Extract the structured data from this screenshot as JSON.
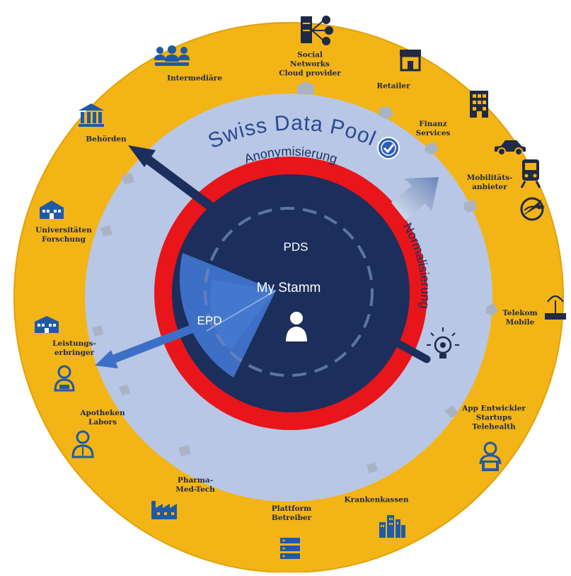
{
  "title": "Swiss Data Pool",
  "ring_labels": {
    "anonym": "Anonymisierung",
    "normal": "Normalisierung"
  },
  "core": {
    "pds": "PDS",
    "my_stamm": "My Stamm",
    "epd": "EPD"
  },
  "stakeholders": {
    "social": "Social\nNetworks\nCloud provider",
    "retailer": "Retailer",
    "finanz": "Finanz\nServices",
    "mobil": "Mobilitäts-\nanbieter",
    "telekom": "Telekom\nMobile",
    "app": "App Entwickler\nStartups\nTelehealth",
    "krankenkassen": "Krankenkassen",
    "plattform": "Plattform\nBetreiber",
    "pharma": "Pharma-\nMed-Tech",
    "apotheken": "Apotheken\nLabors",
    "leistung": "Leistungs-\nerbringer",
    "uni": "Universitäten\nForschung",
    "behoerden": "Behörden",
    "intermediaere": "Intermediäre"
  },
  "colors": {
    "outer_ring": "#f3b416",
    "light_ring": "#b8c7e6",
    "red_ring": "#e8151b",
    "core": "#1c2e5c",
    "epd": "#3d6fc6",
    "label": "#1f2a44",
    "icon": "#1f5aa6"
  },
  "icons": {
    "social": "network-server-icon",
    "retailer": "shop-icon",
    "finanz": "office-building-icon",
    "mobil_car": "car-icon",
    "mobil_train": "train-icon",
    "mobil_plane": "plane-globe-icon",
    "telekom": "router-icon",
    "app": "developer-laptop-icon",
    "krankenkassen": "city-buildings-icon",
    "plattform": "server-stack-icon",
    "pharma": "factory-icon",
    "apotheken": "pharmacist-icon",
    "leistung_building": "hospital-icon",
    "leistung_person": "doctor-icon",
    "uni": "university-icon",
    "behoerden": "government-icon",
    "intermediaere": "people-group-icon",
    "idea": "lightbulb-icon",
    "user": "user-icon",
    "verified": "verified-badge-icon"
  }
}
